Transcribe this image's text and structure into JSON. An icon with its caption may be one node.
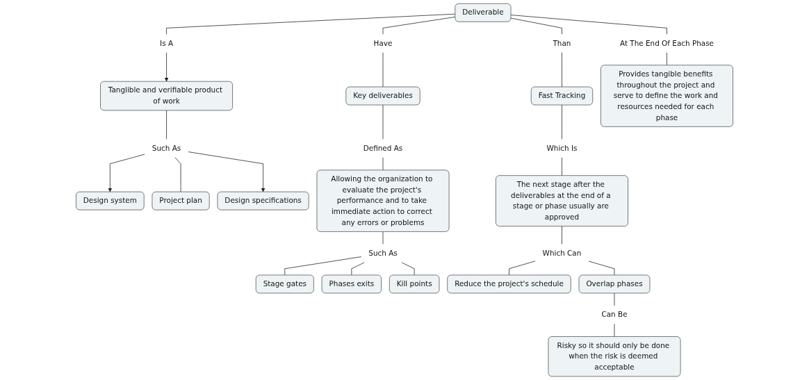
{
  "diagram": {
    "nodes": [
      {
        "text": [
          "Deliverable"
        ]
      },
      {
        "text": [
          "Is A"
        ]
      },
      {
        "text": [
          "Tanglible and verifiable product of work"
        ]
      },
      {
        "text": [
          "Have"
        ]
      },
      {
        "text": [
          "Such As"
        ]
      },
      {
        "text": [
          "Design system"
        ]
      },
      {
        "text": [
          "Project plan"
        ]
      },
      {
        "text": [
          "Design specifications"
        ]
      },
      {
        "text": [
          "Key deliverables"
        ]
      },
      {
        "text": [
          "At The End Of Each Phase"
        ]
      },
      {
        "text": [
          "Than"
        ]
      },
      {
        "text": [
          "Fast Tracking"
        ]
      },
      {
        "text": [
          "Provides tangible benefits throughout the project and serve to define the work and resources needed for each phase"
        ]
      },
      {
        "text": [
          "Defined As"
        ]
      },
      {
        "text": [
          "Which Is"
        ]
      },
      {
        "text": [
          "The next stage after the deliverables at the end of a stage or phase usually are approved"
        ]
      },
      {
        "text": [
          "Allowing the organization to evaluate the project's performance and to take immediate action to correct any errors or problems"
        ]
      },
      {
        "text": [
          "Which Can"
        ]
      },
      {
        "text": [
          "Such As"
        ]
      },
      {
        "text": [
          "Stage gates"
        ]
      },
      {
        "text": [
          "Phases exits"
        ]
      },
      {
        "text": [
          "Kill points"
        ]
      },
      {
        "text": [
          "Reduce the project's schedule"
        ]
      },
      {
        "text": [
          "Overlap phases"
        ]
      },
      {
        "text": [
          "Can Be"
        ]
      },
      {
        "text": [
          "Risky so it should only be done when the risk is deemed acceptable"
        ]
      }
    ],
    "edges": [
      {
        "from": 0,
        "to": 1,
        "arrow": "none"
      },
      {
        "from": 1,
        "to": 2,
        "arrow": "to"
      },
      {
        "from": 0,
        "to": 3,
        "arrow": "none"
      },
      {
        "from": 3,
        "to": 8,
        "arrow": "none"
      },
      {
        "from": 2,
        "to": 4,
        "arrow": "none"
      },
      {
        "from": 4,
        "to": 5,
        "arrow": "to"
      },
      {
        "from": 4,
        "to": 6,
        "arrow": "none"
      },
      {
        "from": 4,
        "to": 7,
        "arrow": "to"
      },
      {
        "from": 0,
        "to": 9,
        "arrow": "none"
      },
      {
        "from": 9,
        "to": 12,
        "arrow": "none"
      },
      {
        "from": 0,
        "to": 10,
        "arrow": "none"
      },
      {
        "from": 10,
        "to": 11,
        "arrow": "none"
      },
      {
        "from": 8,
        "to": 13,
        "arrow": "none"
      },
      {
        "from": 13,
        "to": 16,
        "arrow": "none"
      },
      {
        "from": 11,
        "to": 14,
        "arrow": "none"
      },
      {
        "from": 14,
        "to": 15,
        "arrow": "none"
      },
      {
        "from": 15,
        "to": 17,
        "arrow": "none"
      },
      {
        "from": 17,
        "to": 22,
        "arrow": "none"
      },
      {
        "from": 17,
        "to": 23,
        "arrow": "none"
      },
      {
        "from": 16,
        "to": 18,
        "arrow": "none"
      },
      {
        "from": 18,
        "to": 19,
        "arrow": "none"
      },
      {
        "from": 18,
        "to": 20,
        "arrow": "none"
      },
      {
        "from": 18,
        "to": 21,
        "arrow": "none"
      },
      {
        "from": 23,
        "to": 24,
        "arrow": "none"
      },
      {
        "from": 24,
        "to": 25,
        "arrow": "none"
      }
    ]
  }
}
